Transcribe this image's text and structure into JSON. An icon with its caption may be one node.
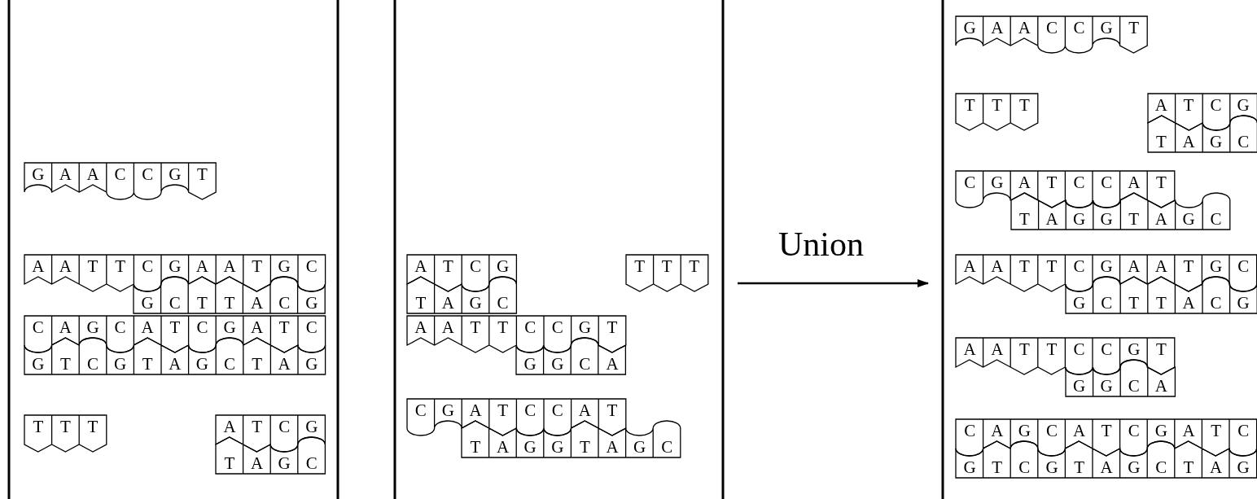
{
  "diagram": {
    "nodes": [
      {
        "text": [
          "G",
          "A",
          "A",
          "C",
          "C",
          "G",
          "T"
        ]
      },
      {
        "text": [
          "A",
          "A",
          "T",
          "T",
          "C",
          "G",
          "A",
          "A",
          "T",
          "G",
          "C"
        ]
      },
      {
        "text": [
          "G",
          "C",
          "T",
          "T",
          "A",
          "C",
          "G"
        ]
      },
      {
        "text": [
          "C",
          "A",
          "G",
          "C",
          "A",
          "T",
          "C",
          "G",
          "A",
          "T",
          "C"
        ]
      },
      {
        "text": [
          "G",
          "T",
          "C",
          "G",
          "T",
          "A",
          "G",
          "C",
          "T",
          "A",
          "G"
        ]
      },
      {
        "text": [
          "T",
          "T",
          "T"
        ]
      },
      {
        "text": [
          "A",
          "T",
          "C",
          "G"
        ]
      },
      {
        "text": [
          "T",
          "A",
          "G",
          "C"
        ]
      },
      {
        "text": [
          "A",
          "T",
          "C",
          "G"
        ]
      },
      {
        "text": [
          "T",
          "T",
          "T"
        ]
      },
      {
        "text": [
          "T",
          "A",
          "G",
          "C"
        ]
      },
      {
        "text": [
          "A",
          "A",
          "T",
          "T",
          "C",
          "C",
          "G",
          "T"
        ]
      },
      {
        "text": [
          "G",
          "G",
          "C",
          "A"
        ]
      },
      {
        "text": [
          "C",
          "G",
          "A",
          "T",
          "C",
          "C",
          "A",
          "T"
        ]
      },
      {
        "text": [
          "T",
          "A",
          "G",
          "G",
          "T",
          "A",
          "G",
          "C"
        ]
      },
      {
        "text": [
          "G",
          "A",
          "A",
          "C",
          "C",
          "G",
          "T"
        ]
      },
      {
        "text": [
          "T",
          "T",
          "T"
        ]
      },
      {
        "text": [
          "A",
          "T",
          "C",
          "G"
        ]
      },
      {
        "text": [
          "T",
          "A",
          "G",
          "C"
        ]
      },
      {
        "text": [
          "C",
          "G",
          "A",
          "T",
          "C",
          "C",
          "A",
          "T"
        ]
      },
      {
        "text": [
          "T",
          "A",
          "G",
          "G",
          "T",
          "A",
          "G",
          "C"
        ]
      },
      {
        "text": [
          "A",
          "A",
          "T",
          "T",
          "C",
          "G",
          "A",
          "A",
          "T",
          "G",
          "C"
        ]
      },
      {
        "text": [
          "G",
          "C",
          "T",
          "T",
          "A",
          "C",
          "G"
        ]
      },
      {
        "text": [
          "A",
          "A",
          "T",
          "T",
          "C",
          "C",
          "G",
          "T"
        ]
      },
      {
        "text": [
          "G",
          "G",
          "C",
          "A"
        ]
      },
      {
        "text": [
          "C",
          "A",
          "G",
          "C",
          "A",
          "T",
          "C",
          "G",
          "A",
          "T",
          "C"
        ]
      },
      {
        "text": [
          "G",
          "T",
          "C",
          "G",
          "T",
          "A",
          "G",
          "C",
          "T",
          "A",
          "G"
        ]
      }
    ],
    "labels": [
      "Union"
    ]
  }
}
